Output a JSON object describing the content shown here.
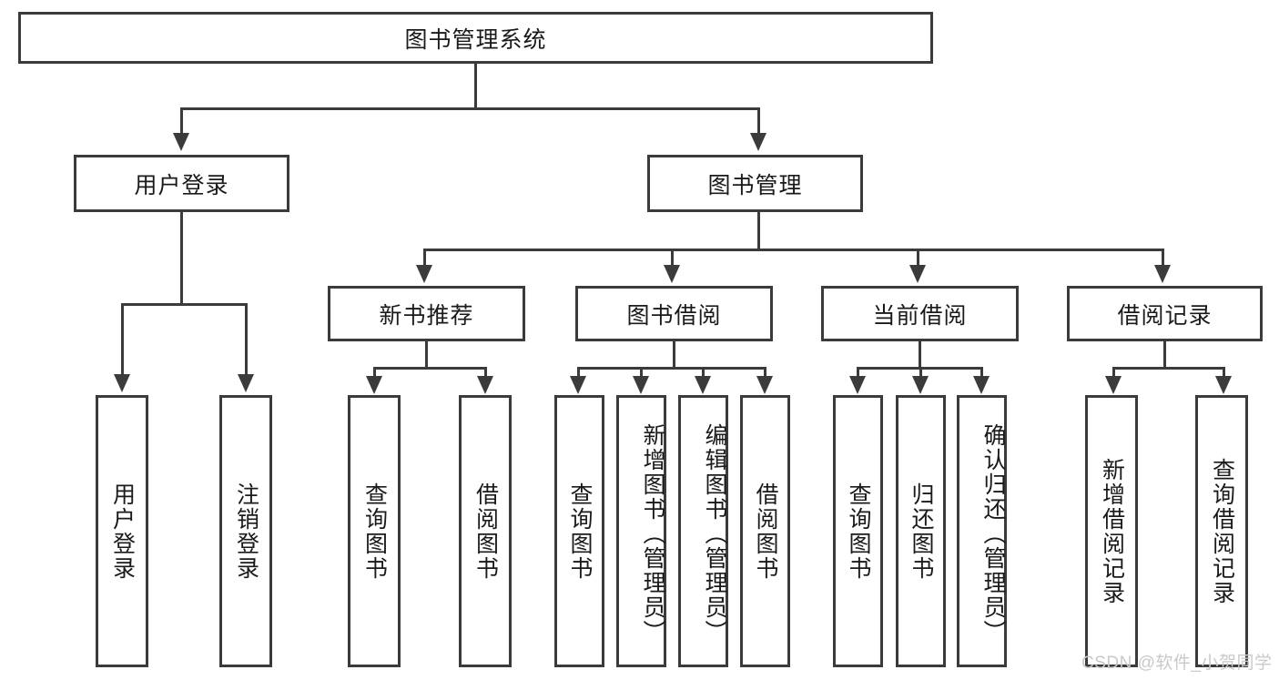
{
  "diagram": {
    "type": "tree-hierarchy-flowchart",
    "title": "图书管理系统",
    "root": {
      "id": "root",
      "label": "图书管理系统"
    },
    "level2": [
      {
        "id": "user-login",
        "label": "用户登录"
      },
      {
        "id": "book-management",
        "label": "图书管理"
      }
    ],
    "level3": [
      {
        "id": "new-book-recommend",
        "label": "新书推荐",
        "parent": "book-management"
      },
      {
        "id": "book-borrow",
        "label": "图书借阅",
        "parent": "book-management"
      },
      {
        "id": "current-borrow",
        "label": "当前借阅",
        "parent": "book-management"
      },
      {
        "id": "borrow-record",
        "label": "借阅记录",
        "parent": "book-management"
      }
    ],
    "leaves": {
      "user_login": [
        {
          "id": "leaf-user-login",
          "label": "用户登录"
        },
        {
          "id": "leaf-user-logout",
          "label": "注销登录"
        }
      ],
      "new_book_recommend": [
        {
          "id": "leaf-query-book-1",
          "label": "查询图书"
        },
        {
          "id": "leaf-borrow-book-1",
          "label": "借阅图书"
        }
      ],
      "book_borrow": [
        {
          "id": "leaf-query-book-2",
          "label": "查询图书"
        },
        {
          "id": "leaf-add-book",
          "label": "新增图书（管理员）"
        },
        {
          "id": "leaf-edit-book",
          "label": "编辑图书（管理员）"
        },
        {
          "id": "leaf-borrow-book-2",
          "label": "借阅图书"
        }
      ],
      "current_borrow": [
        {
          "id": "leaf-query-book-3",
          "label": "查询图书"
        },
        {
          "id": "leaf-return-book",
          "label": "归还图书"
        },
        {
          "id": "leaf-confirm-return",
          "label": "确认归还（管理员）"
        }
      ],
      "borrow_record": [
        {
          "id": "leaf-add-record",
          "label": "新增借阅记录"
        },
        {
          "id": "leaf-query-record",
          "label": "查询借阅记录"
        }
      ]
    },
    "colors": {
      "stroke": "#3b3b3b",
      "fill": "#ffffff",
      "text": "#1a1a1a",
      "watermark": "#c9c9c9"
    }
  },
  "watermark": {
    "text": "CSDN @软件_小贺同学"
  }
}
